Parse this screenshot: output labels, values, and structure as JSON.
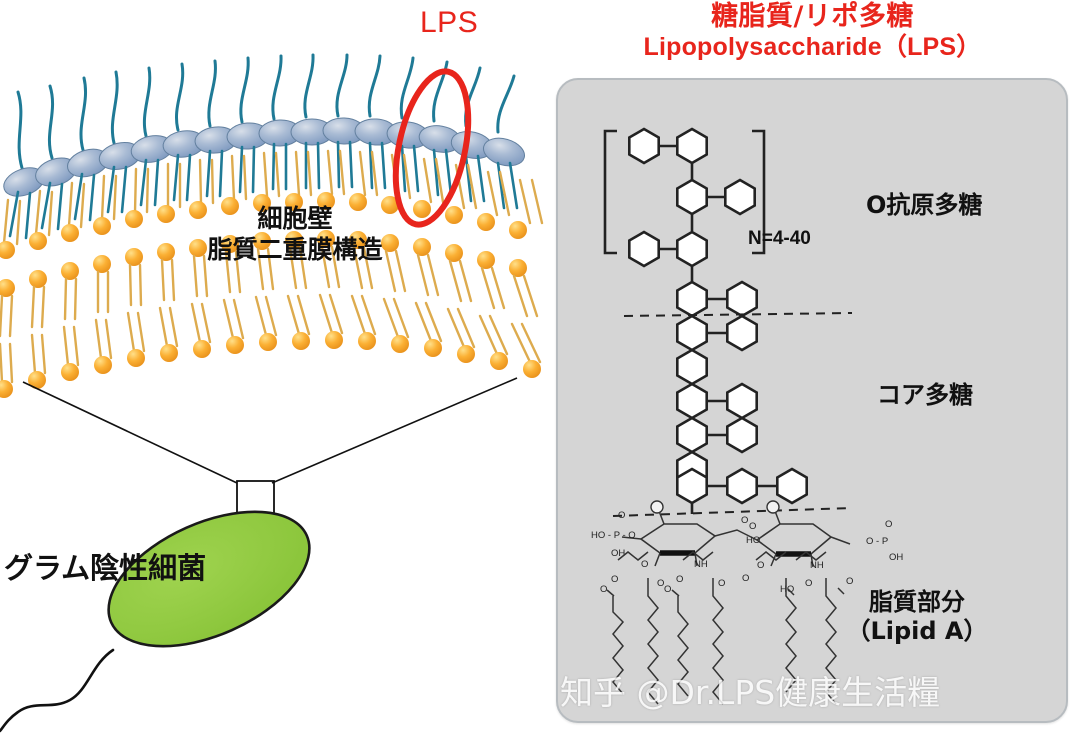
{
  "title": {
    "jp": "糖脂質/リポ多糖",
    "en": "Lipopolysaccharide（LPS）",
    "color": "#e8251c"
  },
  "left": {
    "lps_callout": "LPS",
    "cell_wall_label_line1": "細胞壁",
    "cell_wall_label_line2": "脂質二重膜構造",
    "bacterium_label": "グラム陰性細菌",
    "colors": {
      "lps_head": "#8fa8c8",
      "lps_tail": "#1f7a96",
      "phospholipid_head": "#f5a623",
      "phospholipid_tail": "#e0b04a",
      "bacterium_fill": "#8dc63f",
      "bacterium_stroke": "#1a1a1a",
      "callout_red": "#e8251c"
    }
  },
  "right": {
    "panel_bg": "#d5d5d5",
    "panel_border": "#b7bcc0",
    "regions": [
      {
        "name": "o-antigen",
        "label": "O抗原多糖"
      },
      {
        "name": "core-polysaccharide",
        "label": "コア多糖"
      },
      {
        "name": "lipid-a",
        "label": "脂質部分\n（Lipid A）"
      }
    ],
    "lipid_a_label_line1": "脂質部分",
    "lipid_a_label_line2": "（Lipid A）",
    "repeat_notation": "N=4-40",
    "chem_labels": {
      "phosphate_left": "HO - P - O",
      "phosphate_left_oh": "OH",
      "phosphate_right": "O - P",
      "phosphate_right_oh": "OH",
      "hydroxyl": "HO",
      "amine": "NH",
      "oxygen": "O"
    }
  },
  "watermark": "知乎 @Dr.LPS健康生活糧"
}
